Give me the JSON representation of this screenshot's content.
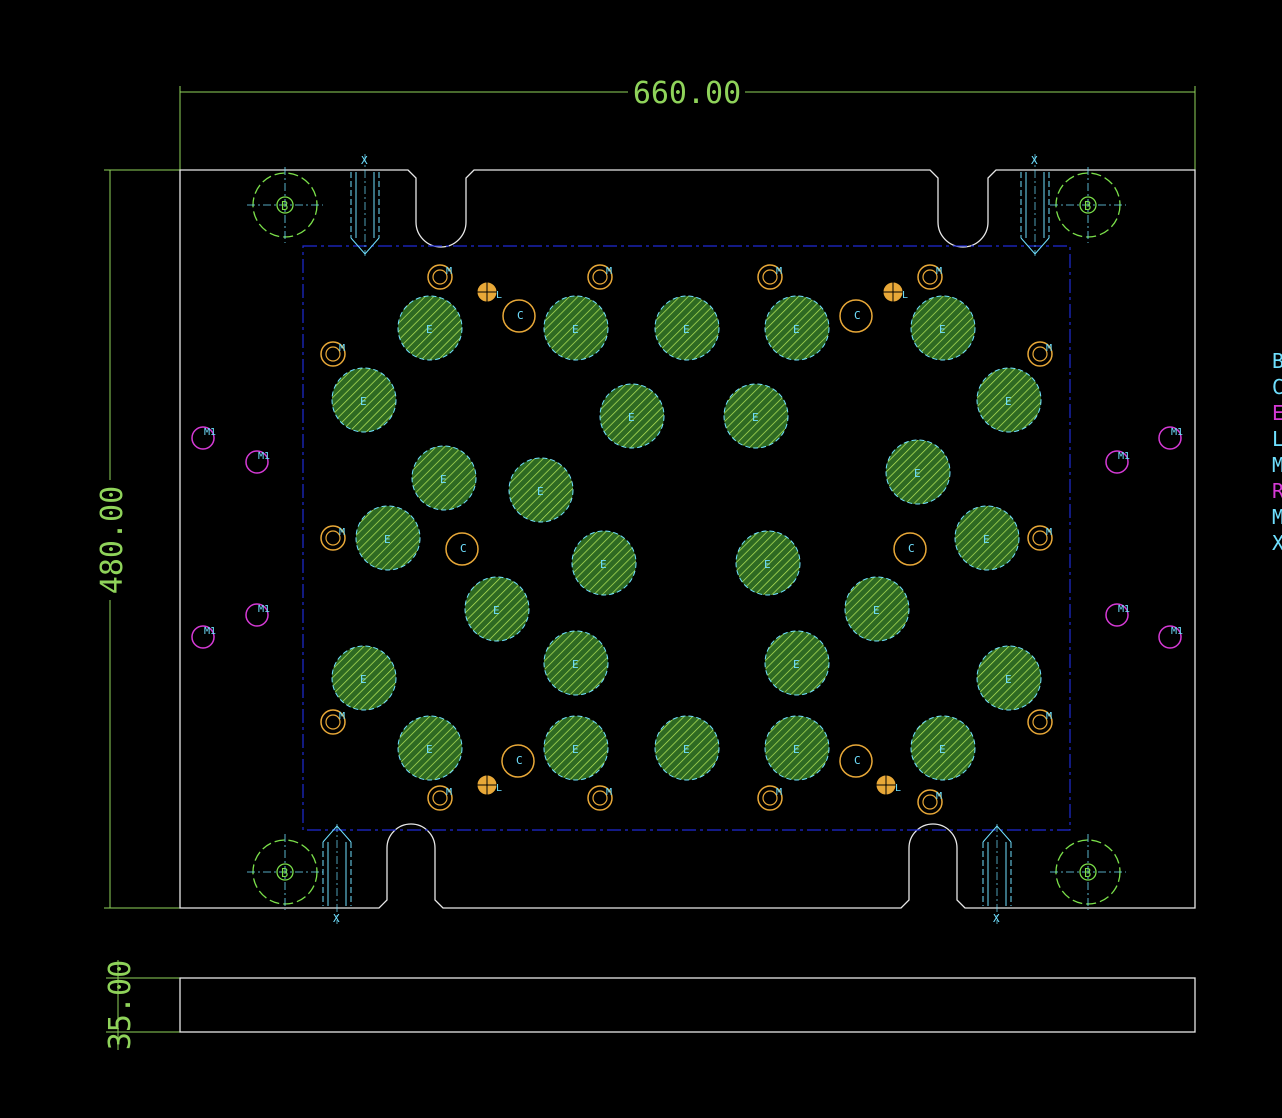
{
  "dimensions": {
    "width": "660.00",
    "height": "480.00",
    "thickness": "35.00"
  },
  "legend_letters": [
    "B",
    "C",
    "E",
    "L",
    "M",
    "R",
    "M",
    "X"
  ],
  "hole_labels": {
    "ejector": "E",
    "cooling": "C",
    "mount": "M",
    "mount_m1": "M1",
    "locator": "L",
    "guide": "B",
    "slot": "X"
  },
  "colors": {
    "background": "#000000",
    "outline": "#e8e8e8",
    "dimension": "#8fd35a",
    "pocket": "#1f2bd6",
    "ejector_fill": "#3a7a2a",
    "ejector_hatch": "#b7e85a",
    "ejector_edge": "#6fe0ff",
    "orange": "#e8a838",
    "magenta": "#d63ad6",
    "cyan": "#6fe0ff",
    "guide": "#7be04a"
  }
}
